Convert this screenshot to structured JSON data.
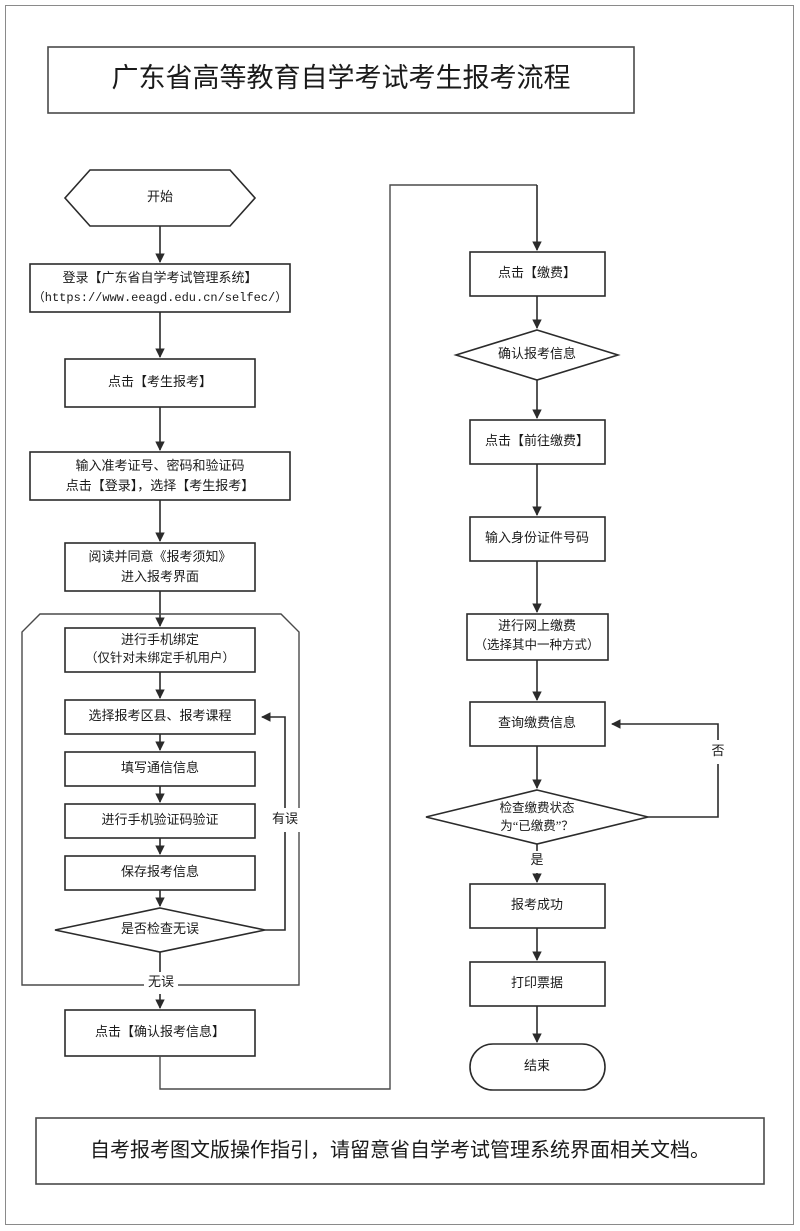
{
  "document": {
    "title": "广东省高等教育自学考试考生报考流程",
    "footer_note": "自考报考图文版操作指引，请留意省自学考试管理系统界面相关文档。"
  },
  "flow": {
    "left_column": {
      "start": {
        "label": "开始",
        "shape": "hexagon"
      },
      "login": {
        "line1": "登录【广东省自学考试管理系统】",
        "line2": "（https://www.eeagd.edu.cn/selfec/）",
        "shape": "rect"
      },
      "click_register": {
        "label": "点击【考生报考】",
        "shape": "rect"
      },
      "enter_credentials": {
        "line1": "输入准考证号、密码和验证码",
        "line2": "点击【登录】，选择【考生报考】",
        "shape": "rect"
      },
      "read_notice": {
        "line1": "阅读并同意《报考须知》",
        "line2": "进入报考界面",
        "shape": "rect"
      },
      "bind_phone": {
        "line1": "进行手机绑定",
        "line2": "（仅针对未绑定手机用户）",
        "shape": "rect"
      },
      "select_district": {
        "label": "选择报考区县、报考课程",
        "shape": "rect"
      },
      "fill_contact": {
        "label": "填写通信信息",
        "shape": "rect"
      },
      "verify_sms": {
        "label": "进行手机验证码验证",
        "shape": "rect"
      },
      "save_info": {
        "label": "保存报考信息",
        "shape": "rect"
      },
      "check_decision": {
        "label": "是否检查无误",
        "shape": "diamond"
      },
      "confirm_info": {
        "label": "点击【确认报考信息】",
        "shape": "rect"
      },
      "edge_error": "有误",
      "edge_ok": "无误"
    },
    "right_column": {
      "click_pay": {
        "label": "点击【缴费】",
        "shape": "rect"
      },
      "confirm_reg_decision": {
        "label": "确认报考信息",
        "shape": "diamond"
      },
      "click_goto_pay": {
        "label": "点击【前往缴费】",
        "shape": "rect"
      },
      "enter_id": {
        "label": "输入身份证件号码",
        "shape": "rect"
      },
      "online_pay": {
        "line1": "进行网上缴费",
        "line2": "（选择其中一种方式）",
        "shape": "rect"
      },
      "query_payment": {
        "label": "查询缴费信息",
        "shape": "rect"
      },
      "pay_status_decision": {
        "line1": "检查缴费状态",
        "line2": "为“已缴费”？",
        "shape": "diamond"
      },
      "register_success": {
        "label": "报考成功",
        "shape": "rect"
      },
      "print_receipt": {
        "label": "打印票据",
        "shape": "rect"
      },
      "end": {
        "label": "结束",
        "shape": "stadium"
      },
      "edge_no": "否",
      "edge_yes": "是"
    }
  },
  "colors": {
    "shape_stroke": "#2b2b2b",
    "frame_stroke": "#4a4a4a",
    "text": "#1a1a1a",
    "background": "#ffffff"
  }
}
